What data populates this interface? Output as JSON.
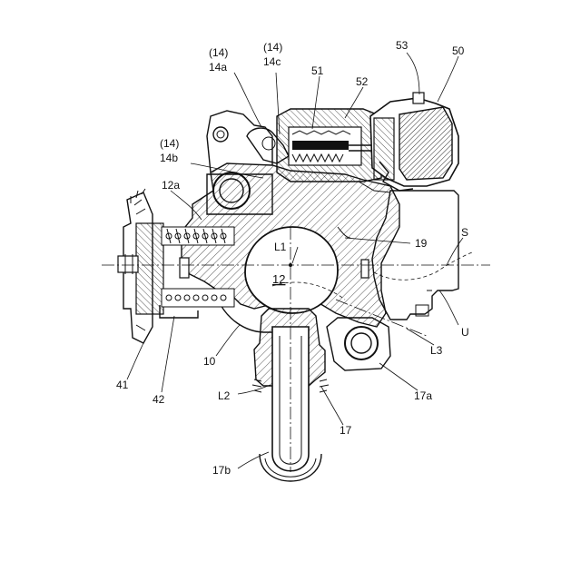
{
  "labels": {
    "ref_14_paren_a": "(14)",
    "ref_14a": "14a",
    "ref_14_paren_c": "(14)",
    "ref_14c": "14c",
    "ref_51": "51",
    "ref_52": "52",
    "ref_53": "53",
    "ref_50": "50",
    "ref_14_paren_b": "(14)",
    "ref_14b": "14b",
    "ref_12a": "12a",
    "ref_L1": "L1",
    "ref_12": "12",
    "ref_19": "19",
    "ref_S": "S",
    "ref_U": "U",
    "ref_L3": "L3",
    "ref_10": "10",
    "ref_41": "41",
    "ref_42": "42",
    "ref_L2": "L2",
    "ref_17a": "17a",
    "ref_17": "17",
    "ref_17b": "17b"
  }
}
